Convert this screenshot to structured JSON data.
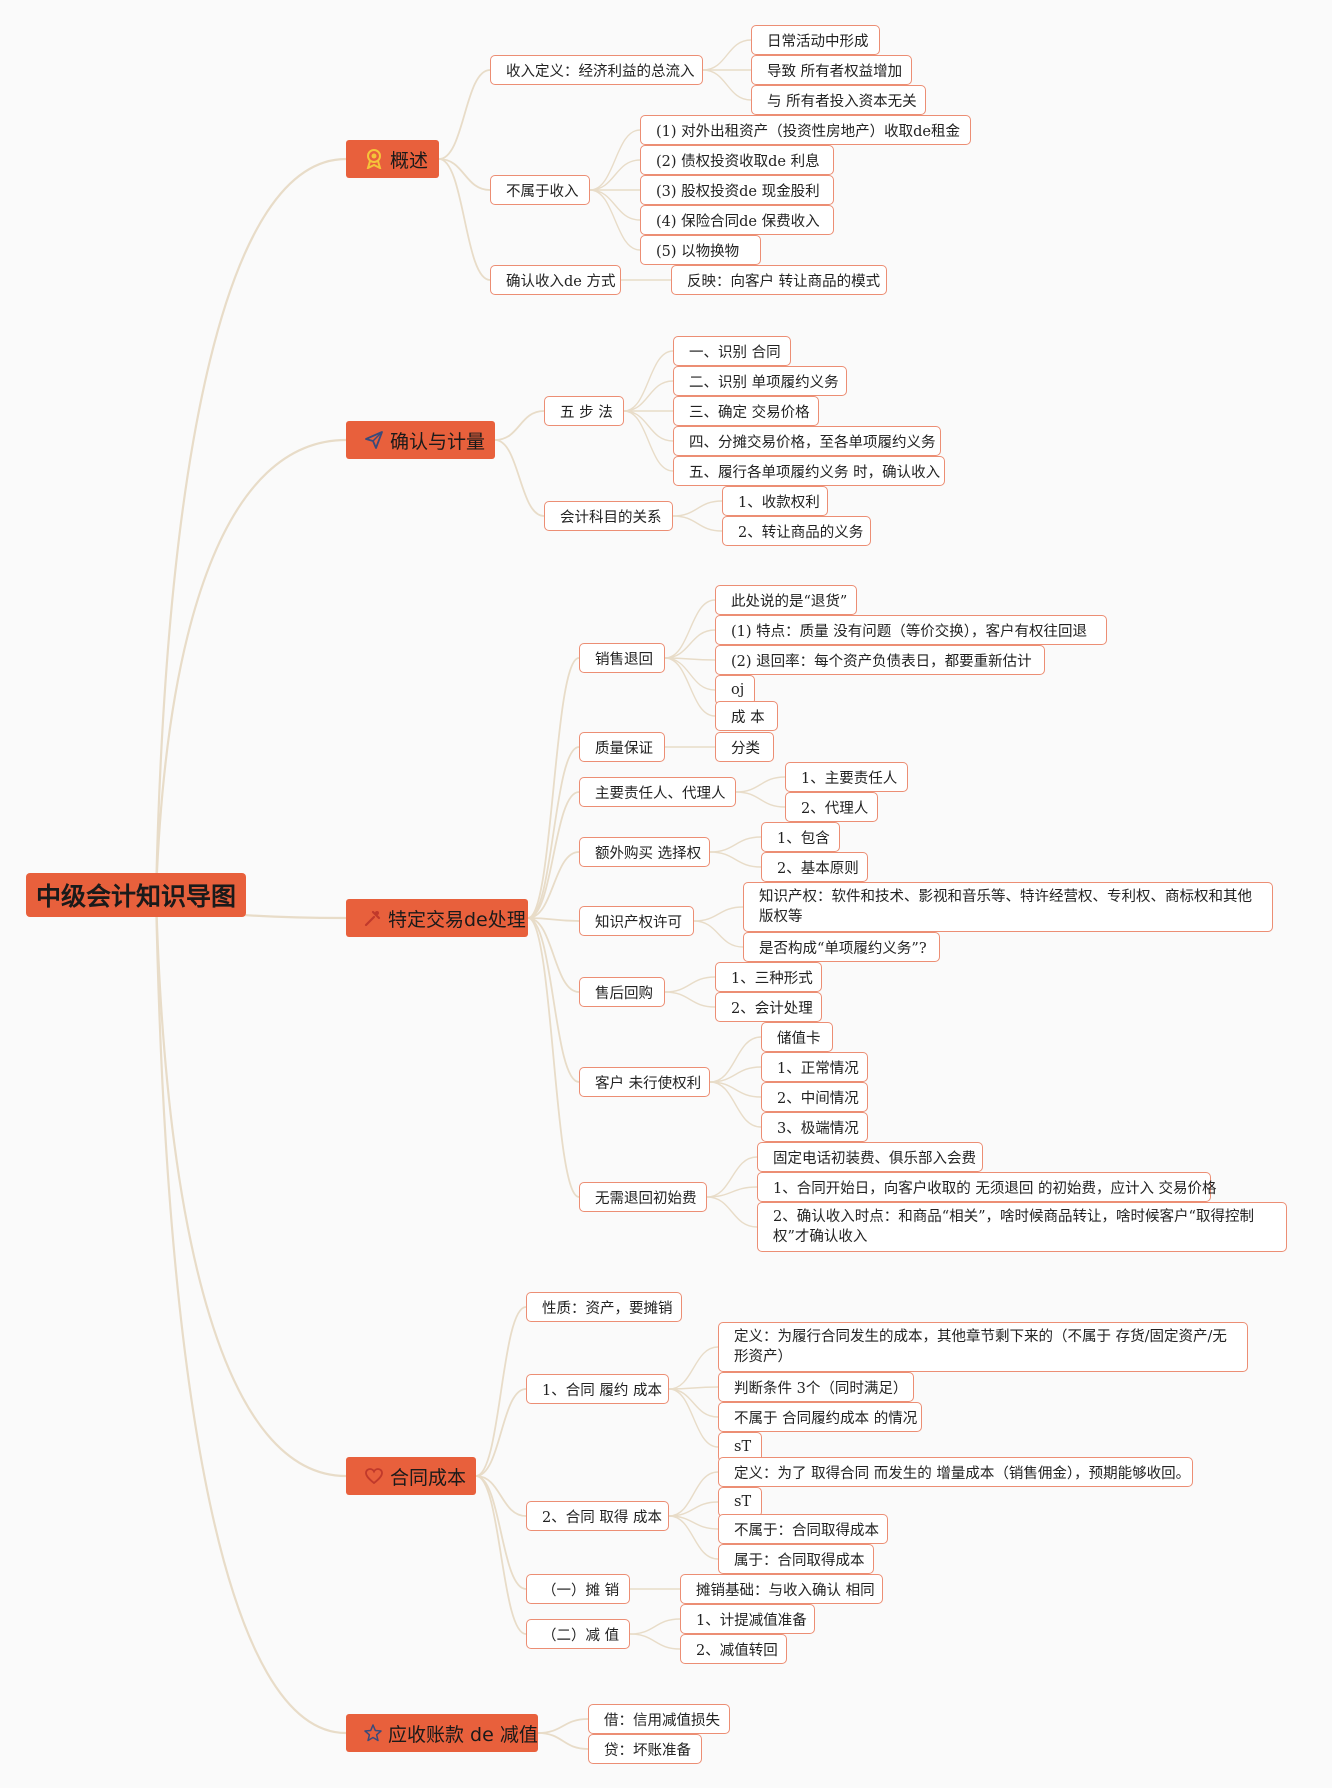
{
  "root": {
    "label": "中级会计知识导图"
  },
  "branches": [
    {
      "label": "概述",
      "icon": "award-icon",
      "children": [
        {
          "label": "收入定义：经济利益的总流入",
          "children": [
            "日常活动中形成",
            "导致 所有者权益增加",
            "与 所有者投入资本无关"
          ]
        },
        {
          "label": "不属于收入",
          "children": [
            "(1) 对外出租资产（投资性房地产）收取de租金",
            "(2) 债权投资收取de 利息",
            "(3) 股权投资de 现金股利",
            "(4) 保险合同de 保费收入",
            "(5) 以物换物"
          ]
        },
        {
          "label": "确认收入de 方式",
          "children": [
            "反映：向客户 转让商品的模式"
          ]
        }
      ]
    },
    {
      "label": "确认与计量",
      "icon": "paper-plane-icon",
      "children": [
        {
          "label": "五 步 法",
          "children": [
            "一、识别 合同",
            "二、识别 单项履约义务",
            "三、确定 交易价格",
            "四、分摊交易价格，至各单项履约义务",
            "五、履行各单项履约义务 时，确认收入"
          ]
        },
        {
          "label": "会计科目的关系",
          "children": [
            "1、收款权利",
            "2、转让商品的义务"
          ]
        }
      ]
    },
    {
      "label": "特定交易de处理",
      "icon": "pen-tools-icon",
      "children": [
        {
          "label": "销售退回",
          "children": [
            "此处说的是“退货”",
            "(1) 特点：质量 没有问题（等价交换），客户有权往回退",
            "(2) 退回率：每个资产负债表日，都要重新估计",
            "oj",
            "成 本"
          ]
        },
        {
          "label": "质量保证",
          "children": [
            "分类"
          ]
        },
        {
          "label": "主要责任人、代理人",
          "children": [
            "1、主要责任人",
            "2、代理人"
          ]
        },
        {
          "label": "额外购买 选择权",
          "children": [
            "1、包含",
            "2、基本原则"
          ]
        },
        {
          "label": "知识产权许可",
          "children": [
            "知识产权：软件和技术、影视和音乐等、特许经营权、专利权、商标权和其他版权等",
            "是否构成“单项履约义务”?"
          ]
        },
        {
          "label": "售后回购",
          "children": [
            "1、三种形式",
            "2、会计处理"
          ]
        },
        {
          "label": "客户 未行使权利",
          "children": [
            "储值卡",
            "1、正常情况",
            "2、中间情况",
            "3、极端情况"
          ]
        },
        {
          "label": "无需退回初始费",
          "children": [
            "固定电话初装费、俱乐部入会费",
            "1、合同开始日，向客户收取的 无须退回 的初始费，应计入 交易价格",
            "2、确认收入时点：和商品“相关”，啥时候商品转让，啥时候客户“取得控制权”才确认收入"
          ]
        }
      ]
    },
    {
      "label": "合同成本",
      "icon": "heart-icon",
      "children": [
        {
          "label": "性质：资产，要摊销",
          "children": []
        },
        {
          "label": "1、合同 履约 成本",
          "children": [
            "定义：为履行合同发生的成本，其他章节剩下来的（不属于 存货/固定资产/无形资产）",
            "判断条件 3个（同时满足）",
            "不属于 合同履约成本 的情况",
            "sT"
          ]
        },
        {
          "label": "2、合同 取得 成本",
          "children": [
            "定义：为了 取得合同 而发生的 增量成本（销售佣金），预期能够收回。",
            "sT",
            "不属于：合同取得成本",
            "属于：合同取得成本"
          ]
        },
        {
          "label": "（一）摊 销",
          "children": [
            "摊销基础：与收入确认 相同"
          ]
        },
        {
          "label": "（二）减 值",
          "children": [
            "1、计提减值准备",
            "2、减值转回"
          ]
        }
      ]
    },
    {
      "label": "应收账款 de 减值",
      "icon": "star-icon",
      "children": [
        {
          "label": "借：信用减值损失",
          "children": []
        },
        {
          "label": "贷：坏账准备",
          "children": []
        }
      ]
    }
  ],
  "colors": {
    "main_fill": "#e8603c",
    "node_border": "#ec8e74",
    "link": "#e8dcc8",
    "background": "#fafafa"
  }
}
